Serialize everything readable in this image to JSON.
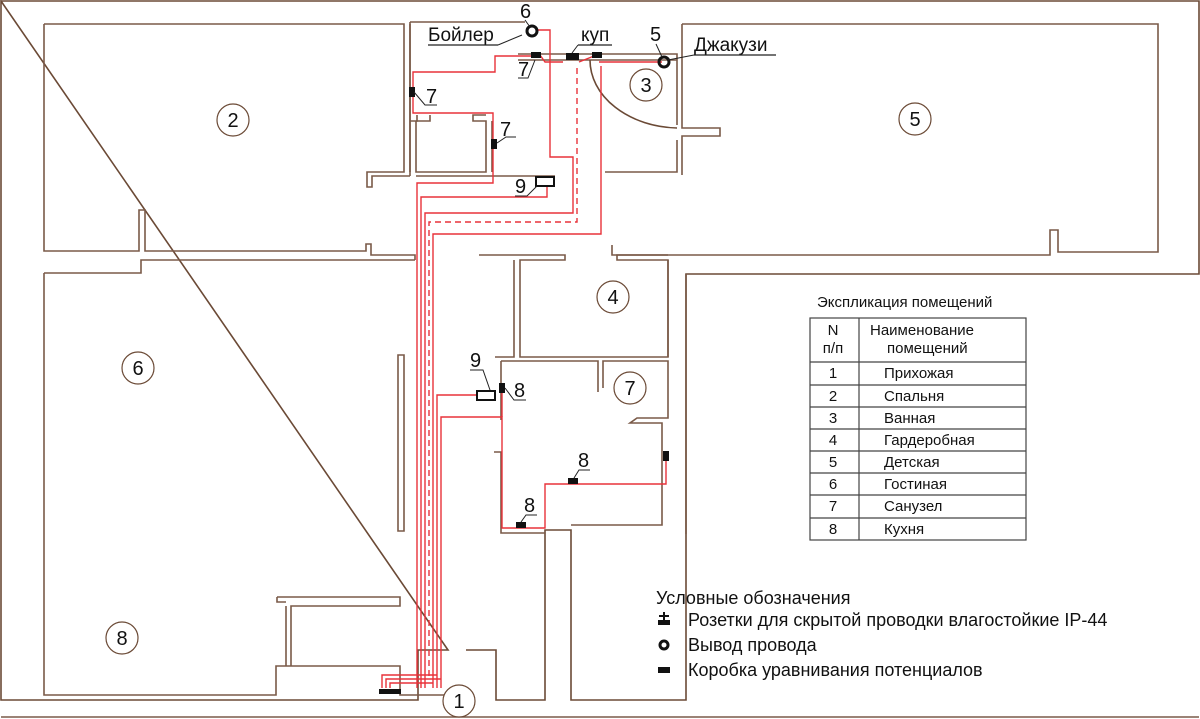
{
  "plan": {
    "rooms": [
      {
        "num": "1"
      },
      {
        "num": "2"
      },
      {
        "num": "3"
      },
      {
        "num": "4"
      },
      {
        "num": "5"
      },
      {
        "num": "6"
      },
      {
        "num": "7"
      },
      {
        "num": "8"
      }
    ],
    "callouts": {
      "boiler_label": "Бойлер",
      "boiler_num": "6",
      "jacuzzi_label": "Джакузи",
      "jacuzzi_num": "5",
      "kup_label": "куп",
      "socket_tag_7": "7",
      "socket_tag_8": "8",
      "heater_tag_9": "9"
    }
  },
  "explication": {
    "title": "Экспликация помещений",
    "header_num_line1": "N",
    "header_num_line2": "п/п",
    "header_name_line1": "Наименование",
    "header_name_line2": "помещений",
    "rows": [
      {
        "num": "1",
        "name": "Прихожая"
      },
      {
        "num": "2",
        "name": "Спальня"
      },
      {
        "num": "3",
        "name": "Ванная"
      },
      {
        "num": "4",
        "name": "Гардеробная"
      },
      {
        "num": "5",
        "name": "Детская"
      },
      {
        "num": "6",
        "name": "Гостиная"
      },
      {
        "num": "7",
        "name": "Санузел"
      },
      {
        "num": "8",
        "name": "Кухня"
      }
    ]
  },
  "legend": {
    "title": "Условные обозначения",
    "items": [
      {
        "icon": "socket-ip44-icon",
        "text": "Розетки для скрытой проводки влагостойкие IP-44"
      },
      {
        "icon": "wire-outlet-icon",
        "text": "Вывод провода"
      },
      {
        "icon": "potential-box-icon",
        "text": "Коробка уравнивания потенциалов"
      }
    ]
  },
  "colors": {
    "wall": "#7a5a48",
    "wire": "#e8323a",
    "symbol": "#111111"
  }
}
